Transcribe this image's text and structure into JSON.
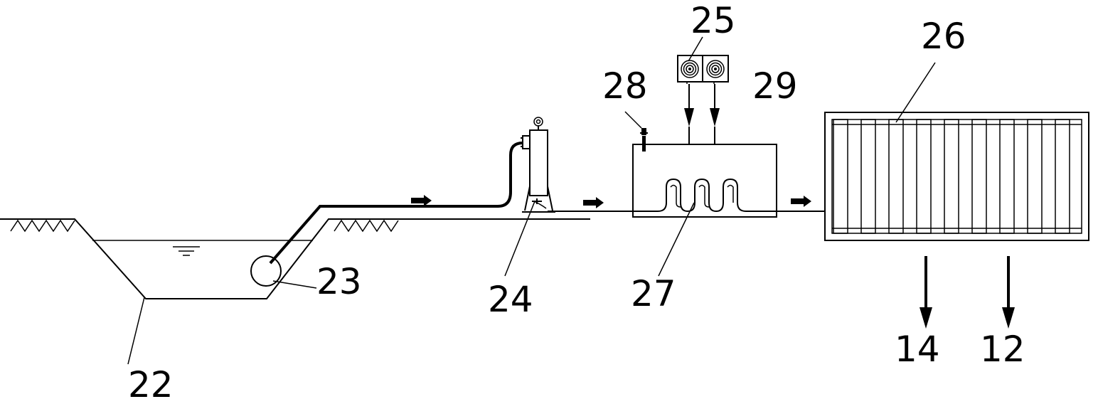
{
  "labels": {
    "pond": "22",
    "pump": "23",
    "filter": "24",
    "heat_pump": "25",
    "collector": "26",
    "coil": "27",
    "thermometer": "28",
    "tank": "29",
    "output_a": "14",
    "output_b": "12"
  },
  "colors": {
    "line": "#000000",
    "background": "#ffffff"
  }
}
